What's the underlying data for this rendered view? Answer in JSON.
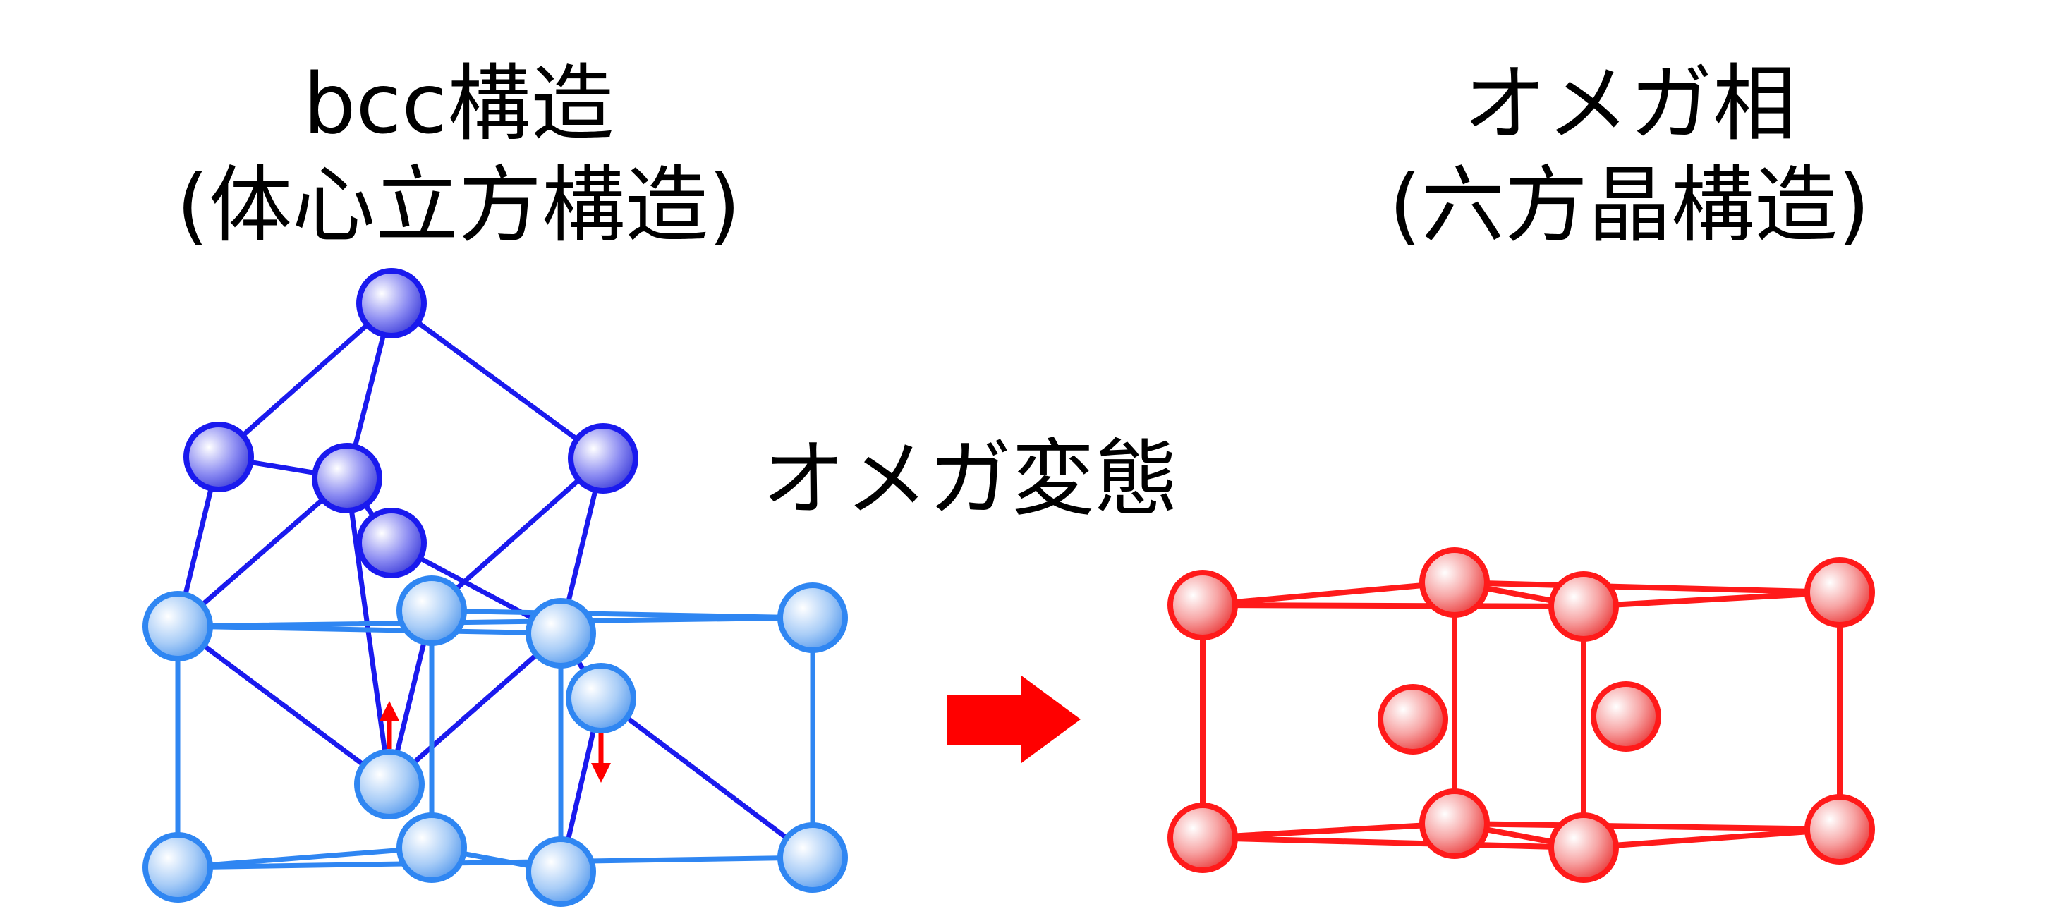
{
  "bcc": {
    "title_line1": "bcc構造",
    "title_line2": "(体心立方構造)"
  },
  "omega": {
    "title_line1": "オメガ相",
    "title_line2": "(六方晶構造)"
  },
  "transformation": {
    "label": "オメガ変態"
  },
  "colors": {
    "bcc_dark": "#1a1aee",
    "bcc_light": "#2f86f2",
    "omega": "#ff1a1a",
    "arrow": "#ff0000"
  },
  "icons": [
    "transformation-arrow-icon",
    "atom-displacement-arrow-icon"
  ]
}
